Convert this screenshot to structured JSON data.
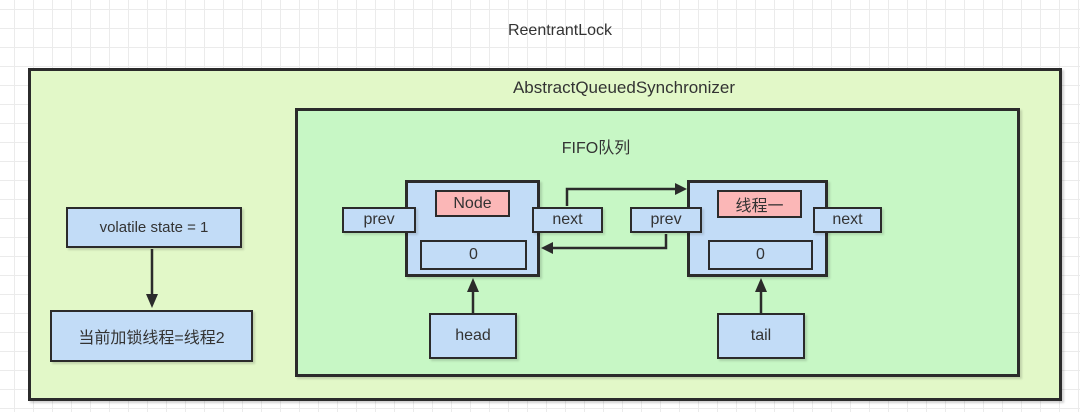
{
  "title": "ReentrantLock",
  "aqs": {
    "title": "AbstractQueuedSynchronizer",
    "state_label": "volatile state = 1",
    "owner_label": "当前加锁线程=线程2",
    "fifo": {
      "title": "FIFO队列",
      "nodes": [
        {
          "name": "Node",
          "prev": "prev",
          "next": "next",
          "value": "0",
          "pointer": "head"
        },
        {
          "name": "线程一",
          "prev": "prev",
          "next": "next",
          "value": "0",
          "pointer": "tail"
        }
      ],
      "edges": [
        {
          "from": "node-1.next",
          "to": "node-2"
        },
        {
          "from": "node-2.prev",
          "to": "node-1"
        },
        {
          "from": "head-pointer",
          "to": "node-1.value"
        },
        {
          "from": "tail-pointer",
          "to": "node-2.value"
        },
        {
          "from": "state-box",
          "to": "owner-box"
        }
      ]
    }
  },
  "colors": {
    "background": "#ffffff",
    "grid_line": "#ebebeb",
    "border": "#2b2b2b",
    "aqs_fill": "#e2f8c8",
    "fifo_fill": "#c7f7c5",
    "node_fill": "#c2dcf7",
    "highlight_fill": "#fbb7b7"
  }
}
